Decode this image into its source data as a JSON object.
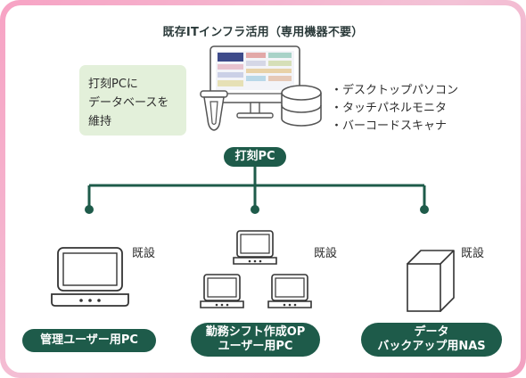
{
  "title": "既存ITインフラ活用（専用機器不要）",
  "note": {
    "lines": [
      "打刻PCに",
      "データベースを",
      "維持"
    ]
  },
  "specs": [
    "・デスクトップパソコン",
    "・タッチパネルモニタ",
    "・バーコードスキャナ"
  ],
  "root_label": "打刻PC",
  "existing_label": "既設",
  "nodes": {
    "admin": {
      "label": "管理ユーザー用PC"
    },
    "shift": {
      "lines": [
        "勤務シフト作成OP",
        "ユーザー用PC"
      ]
    },
    "backup": {
      "lines": [
        "データ",
        "バックアップ用NAS"
      ]
    }
  },
  "colors": {
    "accent": "#1e5b4a",
    "note_bg": "#e3f0da",
    "frame": "#f4a9c6"
  }
}
